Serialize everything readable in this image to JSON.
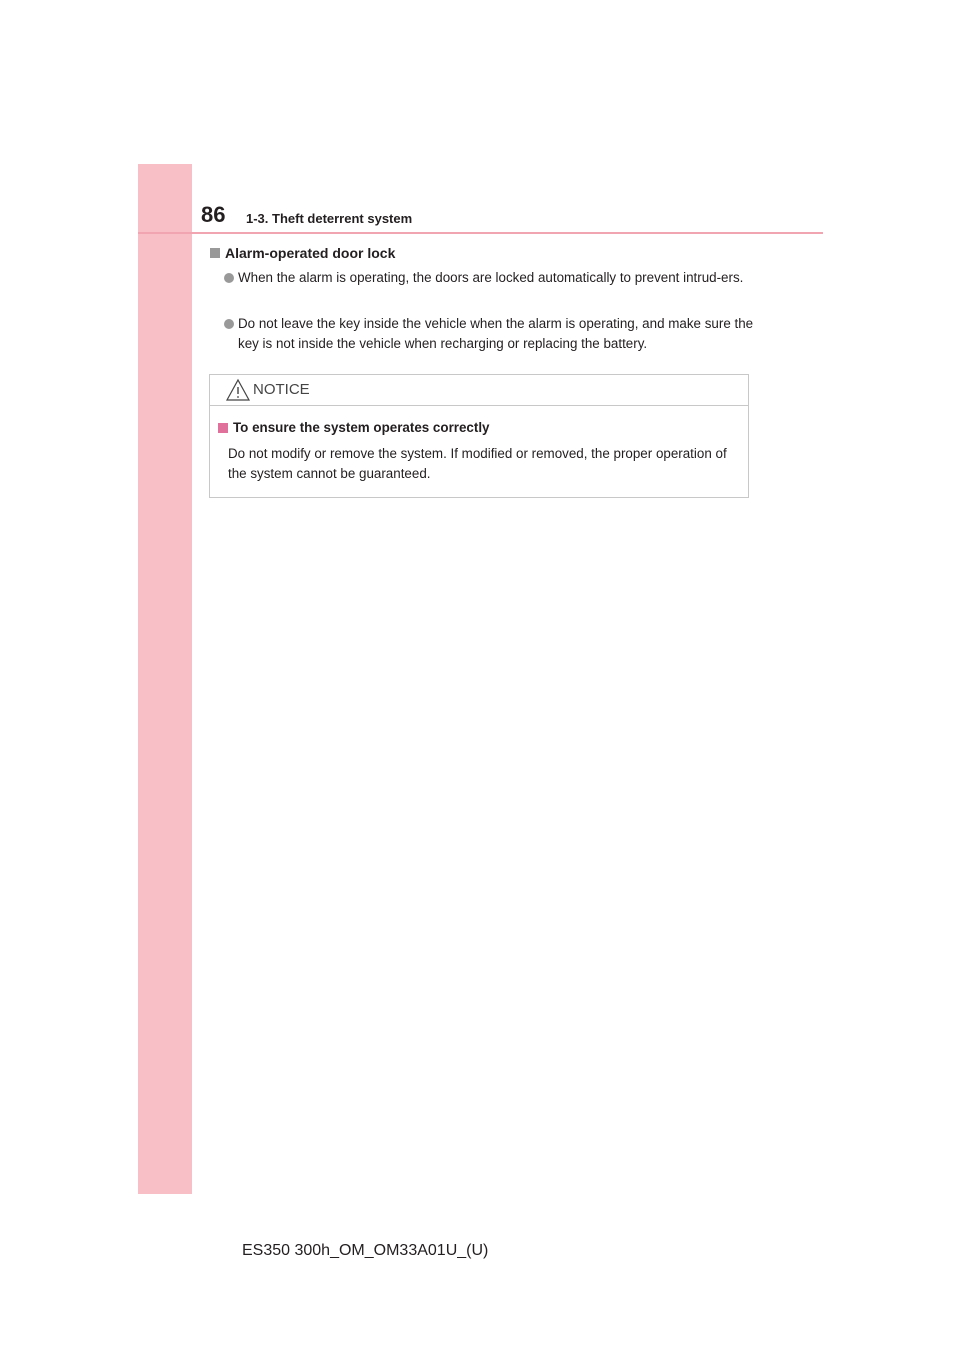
{
  "header": {
    "page_number": "86",
    "section_title": "1-3. Theft deterrent system"
  },
  "section": {
    "heading": "Alarm-operated door lock",
    "bullets": [
      "When the alarm is operating, the doors are locked automatically to prevent intrud-ers.",
      "Do not leave the key inside the vehicle when the alarm is operating, and make sure the key is not inside the vehicle when recharging or replacing the battery."
    ]
  },
  "notice": {
    "title": "NOTICE",
    "heading": "To ensure the system operates correctly",
    "body": "Do not modify or remove the system. If modified or removed, the proper operation of the system cannot be guaranteed.",
    "icon": "warning-triangle-icon"
  },
  "footer": {
    "doc_code": "ES350 300h_OM_OM33A01U_(U)"
  },
  "colors": {
    "sidebar": "#f8bfc7",
    "header_rule": "#f0a5b1",
    "notice_square": "#e0719a",
    "bullet_gray": "#999999"
  }
}
